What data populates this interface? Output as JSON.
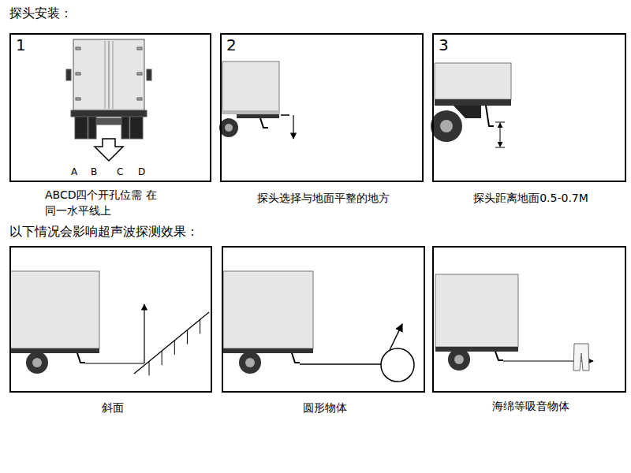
{
  "diagram": {
    "title": "探头安装：",
    "nodes": [
      {
        "text": [
          "1",
          "ABCD四个开孔位需 在同一水平线上"
        ]
      },
      {
        "text": [
          "2",
          "探头选择与地面平整的地方"
        ]
      },
      {
        "text": [
          "3",
          "探头距离地面0.5-0.7M"
        ]
      },
      {
        "text": [
          "斜面"
        ]
      },
      {
        "text": [
          "圆形物体"
        ]
      },
      {
        "text": [
          "海绵等吸音物体"
        ]
      }
    ],
    "labels": [
      "A",
      "B",
      "C",
      "D",
      "以下情况会影响超声波探测效果："
    ]
  }
}
